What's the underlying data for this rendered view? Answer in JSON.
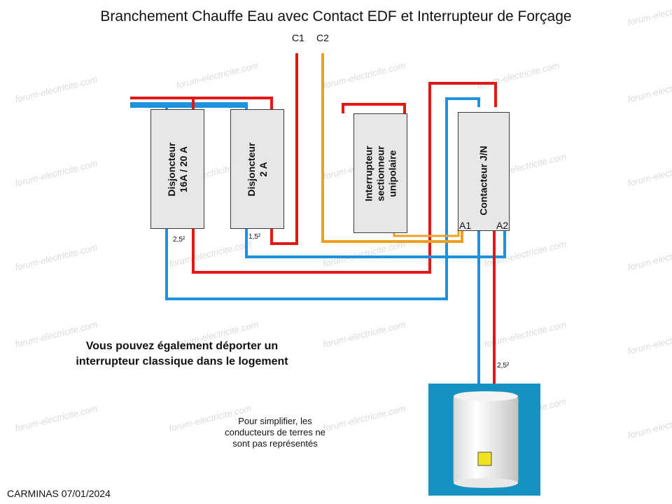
{
  "title": "Branchement Chauffe Eau avec Contact EDF et Interrupteur de Forçage",
  "terminals": {
    "c1": "C1",
    "c2": "C2",
    "a1": "A1",
    "a2": "A2"
  },
  "boxes": {
    "disjoncteur_main": {
      "line1": "Disjoncteur",
      "line2": "16A / 20 A"
    },
    "disjoncteur_small": {
      "line1": "Disjoncteur",
      "line2": "2 A"
    },
    "interrupteur": {
      "line1": "Interrupteur",
      "line2": "sectionneur",
      "line3": "unipolaire"
    },
    "contacteur": {
      "label": "Contacteur J/N"
    }
  },
  "wire_sections": {
    "main": "2,5²",
    "control": "1,5²",
    "heater": "2,5²"
  },
  "notes": {
    "deport_line1": "Vous pouvez également déporter un",
    "deport_line2": "interrupteur classique dans le logement",
    "simplify": "Pour simplifier, les conducteurs de terres ne sont pas représentés"
  },
  "credit": "CARMINAS 07/01/2024",
  "watermark": "forum-electricite.com",
  "colors": {
    "phase": "#e01818",
    "neutral": "#1e90e0",
    "control": "#f0a020",
    "heater_bg": "#1592c2",
    "indicator": "#f2e21a"
  }
}
